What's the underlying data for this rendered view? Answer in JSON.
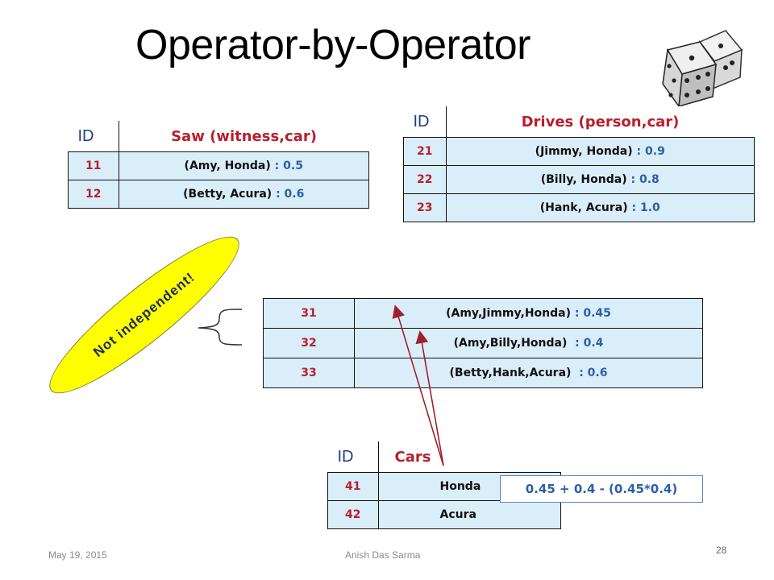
{
  "title": "Operator-by-Operator",
  "saw": {
    "id_header": "ID",
    "name_header": "Saw (witness,car)",
    "rows": [
      {
        "id": "11",
        "tuple": "(Amy, Honda)",
        "prob": ": 0.5"
      },
      {
        "id": "12",
        "tuple": "(Betty, Acura)",
        "prob": ": 0.6"
      }
    ]
  },
  "drives": {
    "id_header": "ID",
    "name_header": "Drives (person,car)",
    "rows": [
      {
        "id": "21",
        "tuple": "(Jimmy, Honda)",
        "prob": ": 0.9"
      },
      {
        "id": "22",
        "tuple": "(Billy, Honda)",
        "prob": ": 0.8"
      },
      {
        "id": "23",
        "tuple": "(Hank, Acura)",
        "prob": ": 1.0"
      }
    ]
  },
  "result": {
    "rows": [
      {
        "id": "31",
        "tuple": "(Amy,Jimmy,Honda)",
        "prob": ": 0.45"
      },
      {
        "id": "32",
        "tuple": "(Amy,Billy,Honda)",
        "prob": ": 0.4"
      },
      {
        "id": "33",
        "tuple": "(Betty,Hank,Acura)",
        "prob": ": 0.6"
      }
    ]
  },
  "cars": {
    "id_header": "ID",
    "name_header": "Cars",
    "rows": [
      {
        "id": "41",
        "value": "Honda"
      },
      {
        "id": "42",
        "value": "Acura"
      }
    ]
  },
  "callout": "Not independent!",
  "formula": "0.45 + 0.4 - (0.45*0.4)",
  "footer": {
    "date": "May 19, 2015",
    "author": "Anish Das Sarma",
    "page": "28"
  },
  "colors": {
    "row_fill": "#daeef9",
    "header_red": "#b8202c",
    "prob_blue": "#2b5fa6",
    "oval_yellow": "#ffff00",
    "arrow": "#a0202c"
  },
  "icons": [
    "dice-icon"
  ]
}
